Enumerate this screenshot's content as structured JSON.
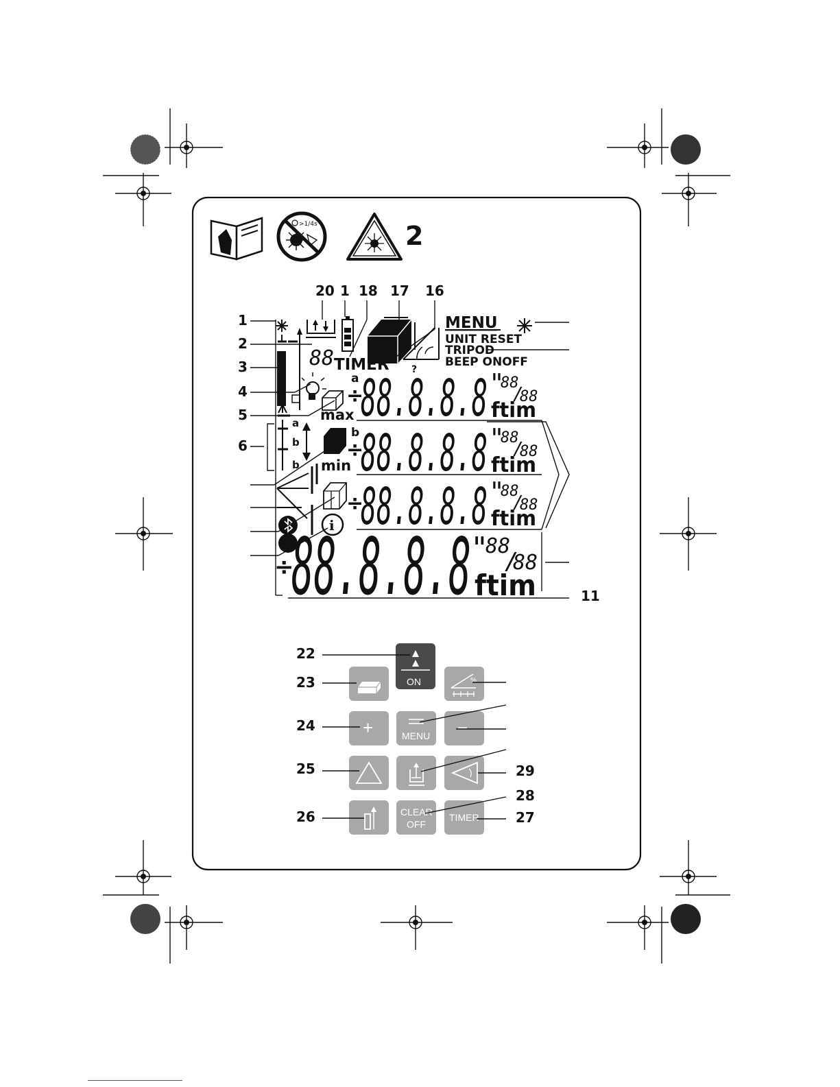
{
  "header": {
    "laser_class": "2",
    "pulse_note": ">1/4s"
  },
  "lcd": {
    "menu": "MENU",
    "unit_reset": "UNIT RESET",
    "tripod": "TRIPOD",
    "beep_onoff": "BEEP ONOFF",
    "timer": "TIMER",
    "question": "?",
    "small_digits": "88",
    "max": "max",
    "min": "min",
    "ref_a": "a",
    "ref_b": "b",
    "row_digits": "88.8.8.8",
    "big_digits": "88.8.8.8",
    "apostrophe": "'",
    "inch_mark": "\"",
    "fraction_num": "88",
    "fraction_den": "88",
    "slash": "/",
    "units": "ftim",
    "sign": "÷"
  },
  "labels": {
    "l1": "1",
    "l2": "2",
    "l3": "3",
    "l4": "4",
    "l5": "5",
    "l6": "6",
    "l11": "11",
    "l16": "16",
    "l17": "17",
    "l18": "18",
    "l1b": "1",
    "l20": "20",
    "l22": "22",
    "l23": "23",
    "l24": "24",
    "l25": "25",
    "l26": "26",
    "l27": "27",
    "l28": "28",
    "l29": "29"
  },
  "buttons": {
    "on": "ON",
    "menu": "MENU",
    "clear": "CLEAR",
    "off": "OFF",
    "timer": "TIMER",
    "plus": "+",
    "minus": "−",
    "percent": "%"
  },
  "colors": {
    "button_grey": "#a8a8a8",
    "button_dark": "#4a4a4a",
    "ink": "#111111"
  }
}
